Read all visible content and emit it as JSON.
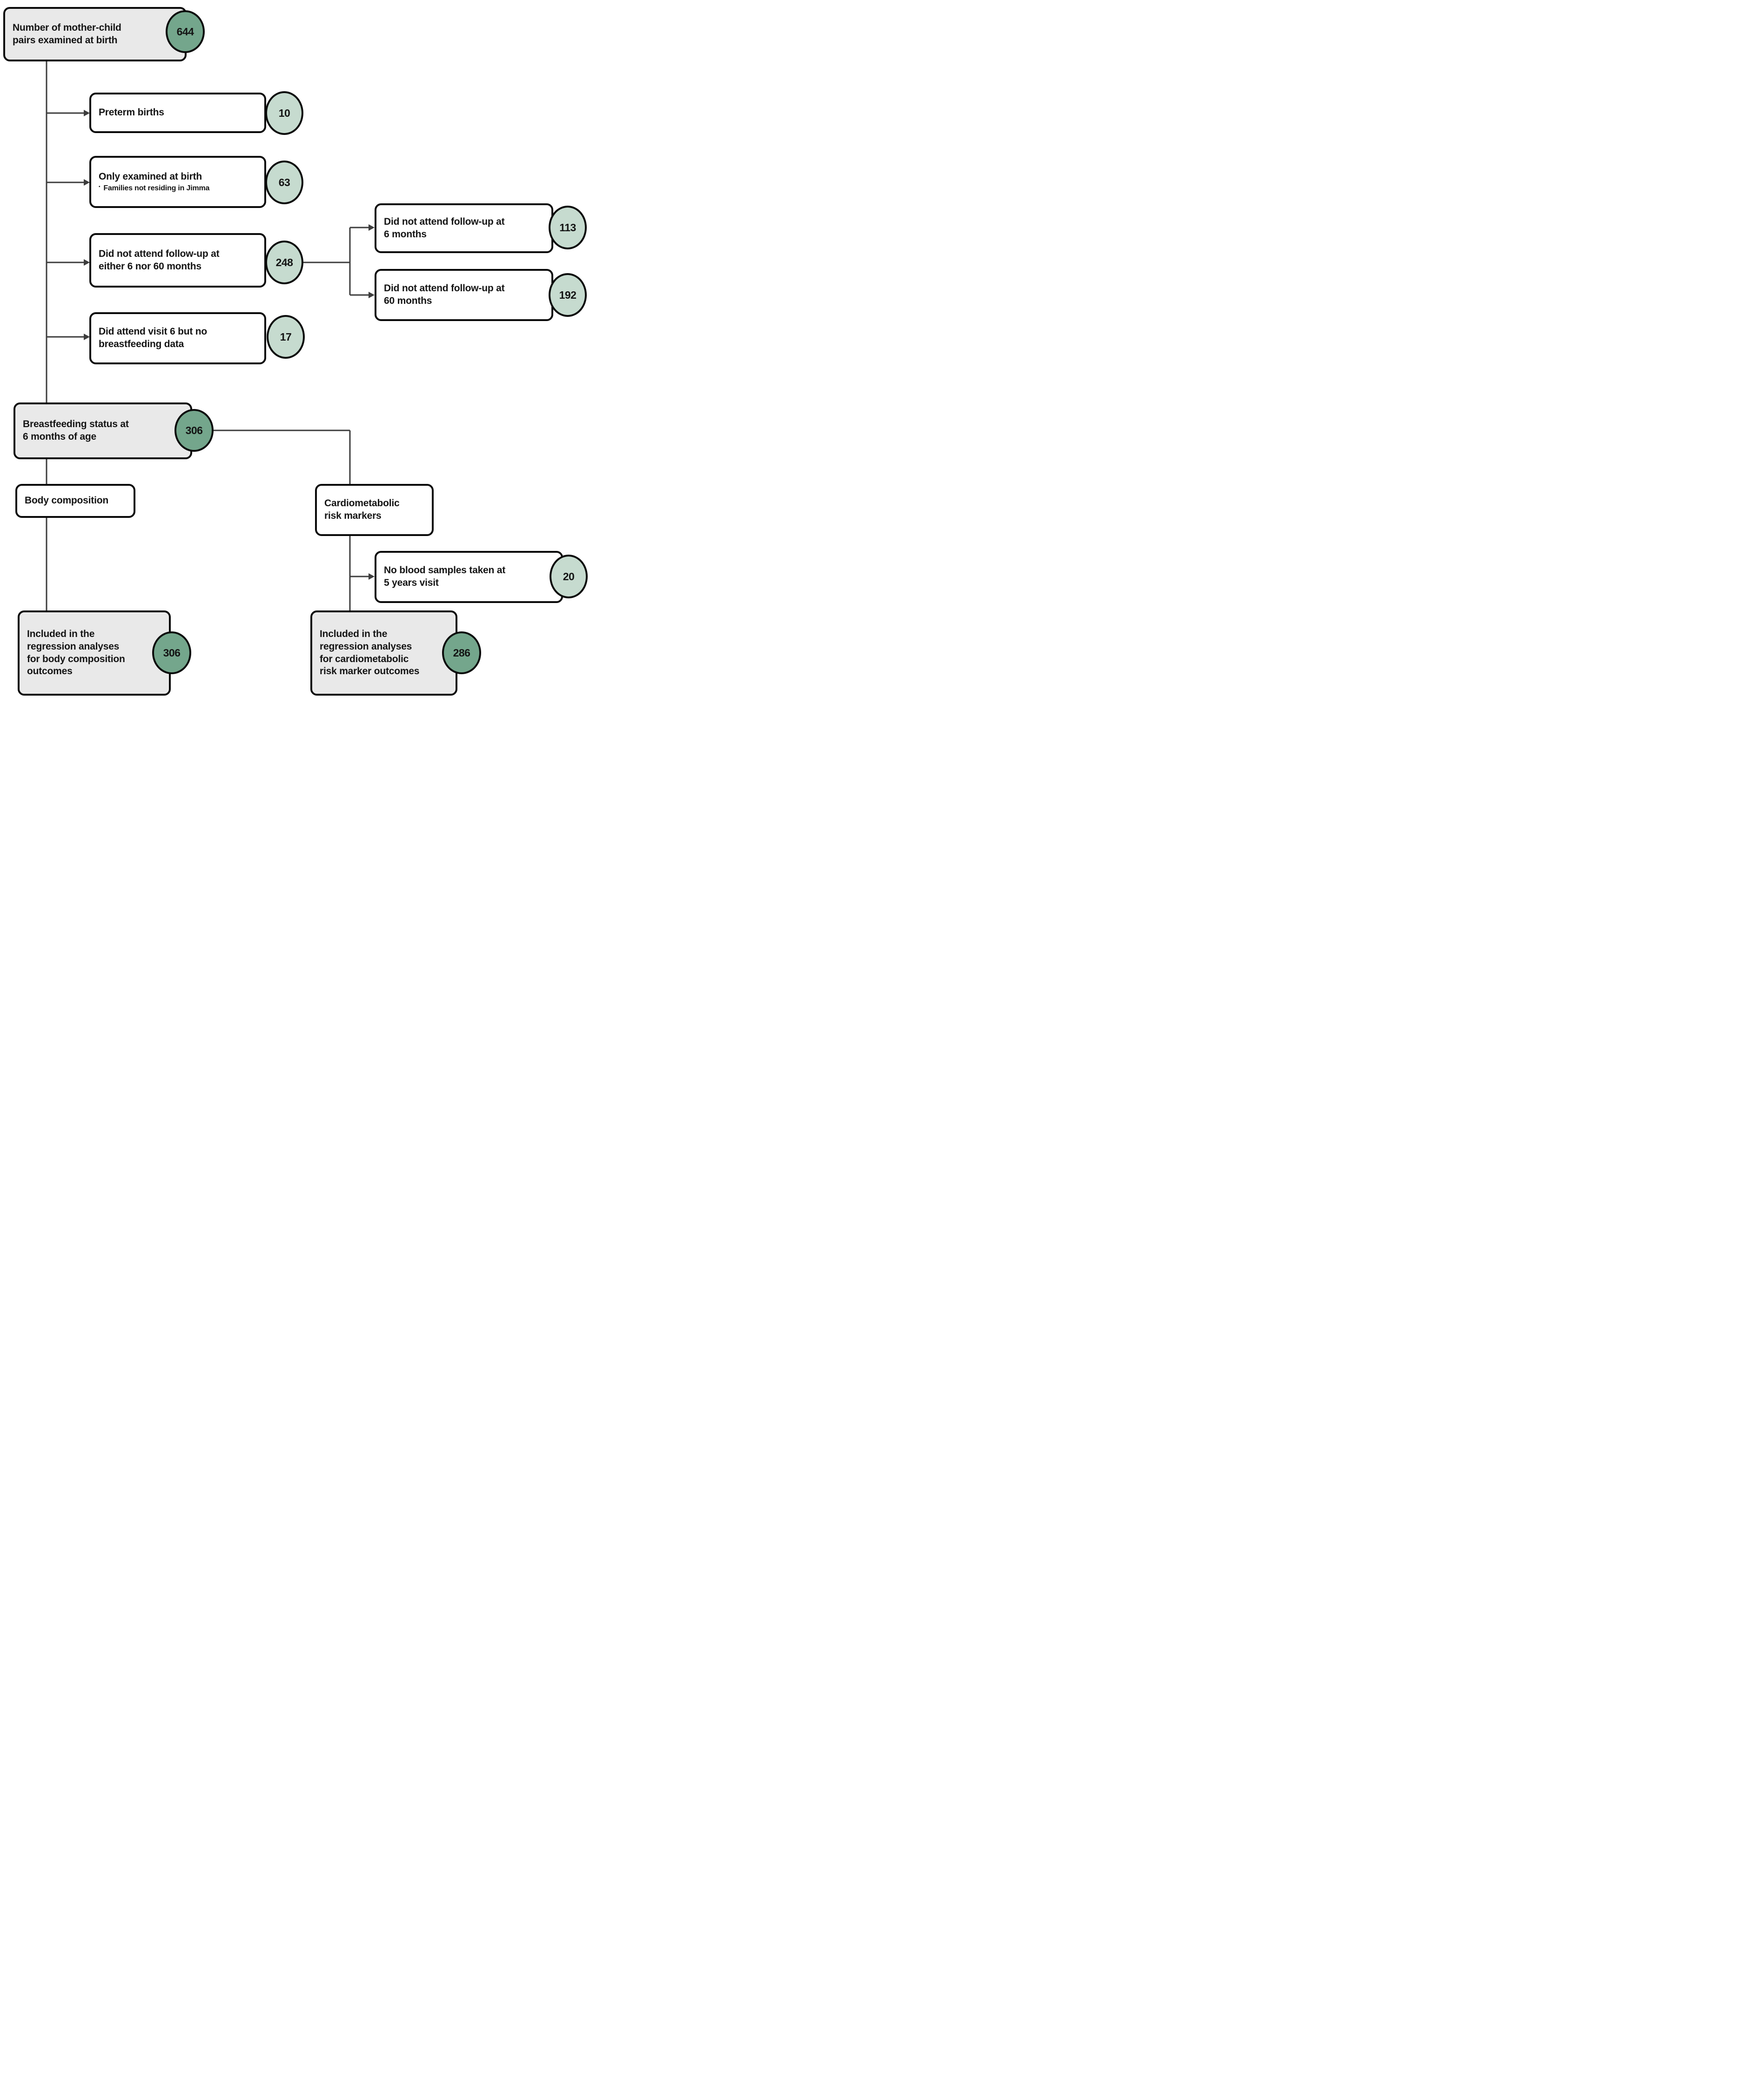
{
  "diagram": {
    "type": "study-flowchart",
    "nodes": {
      "start": {
        "lines": [
          "Number of mother-child",
          "pairs examined at birth"
        ],
        "count": "644"
      },
      "preterm": {
        "lines": [
          "Preterm births"
        ],
        "count": "10"
      },
      "only_birth": {
        "lines": [
          "Only examined at birth"
        ],
        "bullet": "▪",
        "note": "Families not residing in Jimma",
        "count": "63"
      },
      "no_followup": {
        "lines": [
          "Did not attend follow-up at",
          "either 6 nor 60 months"
        ],
        "count": "248"
      },
      "no_followup_6": {
        "lines": [
          "Did not attend follow-up at",
          "6 months"
        ],
        "count": "113"
      },
      "no_followup_60": {
        "lines": [
          "Did not attend follow-up at",
          "60 months"
        ],
        "count": "192"
      },
      "visit6_no_bf": {
        "lines": [
          "Did attend visit 6 but no",
          "breastfeeding data"
        ],
        "count": "17"
      },
      "bf_status": {
        "lines": [
          "Breastfeeding status at",
          "6 months of age"
        ],
        "count": "306"
      },
      "body_comp": {
        "lines": [
          "Body composition"
        ]
      },
      "cardio": {
        "lines": [
          "Cardiometabolic",
          "risk markers"
        ]
      },
      "no_blood": {
        "lines": [
          "No blood samples taken at",
          "5 years visit"
        ],
        "count": "20"
      },
      "included_body": {
        "lines": [
          "Included in the",
          "regression analyses",
          "for body composition",
          "outcomes"
        ],
        "count": "306"
      },
      "included_cardio": {
        "lines": [
          "Included in the",
          "regression analyses",
          "for cardiometabolic",
          "risk marker outcomes"
        ],
        "count": "286"
      }
    },
    "colors": {
      "count_primary": "#74a68c",
      "count_secondary": "#c6dbcf",
      "node_emphasis_fill": "#e9e9e9",
      "node_fill": "#ffffff",
      "border": "#0a0a0a",
      "connector": "#3d3d3d"
    }
  }
}
